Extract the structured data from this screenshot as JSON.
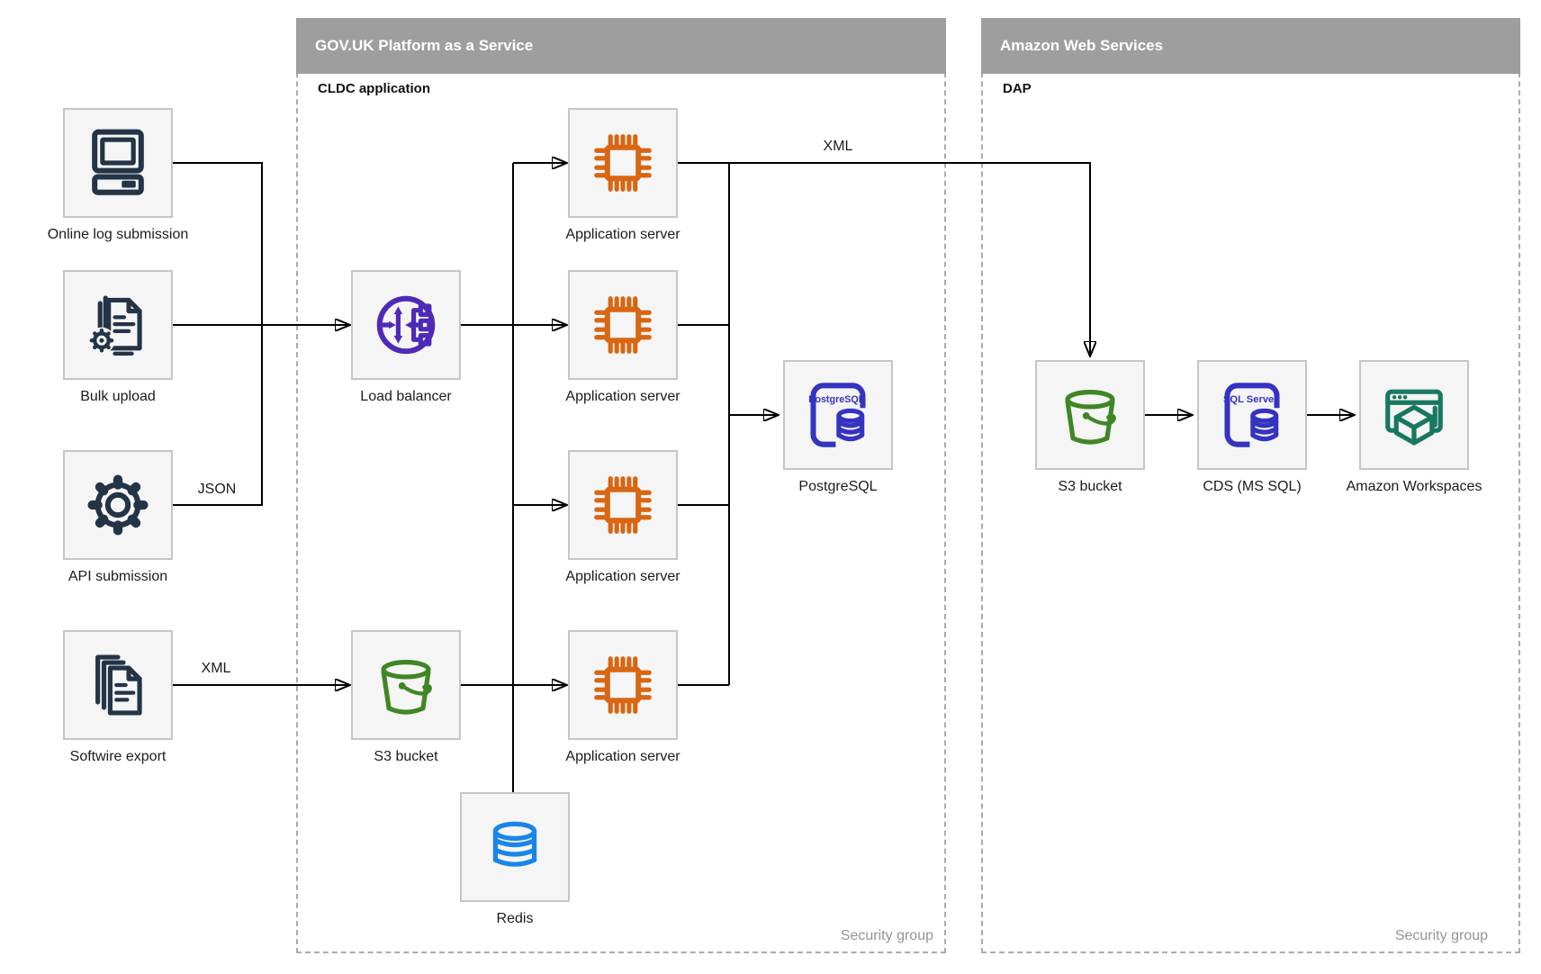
{
  "containers": {
    "paas": {
      "title": "GOV.UK Platform as a Service",
      "sublabel": "CLDC application",
      "footer": "Security group"
    },
    "aws": {
      "title": "Amazon Web Services",
      "sublabel": "DAP",
      "footer": "Security group"
    }
  },
  "nodes": {
    "online_log": {
      "label": "Online log submission"
    },
    "bulk_upload": {
      "label": "Bulk upload"
    },
    "api_submission": {
      "label": "API submission"
    },
    "softwire_export": {
      "label": "Softwire export"
    },
    "load_balancer": {
      "label": "Load balancer"
    },
    "s3_bucket_paas": {
      "label": "S3 bucket"
    },
    "app_server_1": {
      "label": "Application server"
    },
    "app_server_2": {
      "label": "Application server"
    },
    "app_server_3": {
      "label": "Application server"
    },
    "app_server_4": {
      "label": "Application server"
    },
    "postgresql": {
      "label": "PostgreSQL",
      "icon_text": "PostgreSQL"
    },
    "redis": {
      "label": "Redis"
    },
    "s3_bucket_aws": {
      "label": "S3 bucket"
    },
    "cds": {
      "label": "CDS (MS SQL)",
      "icon_text": "SQL Server"
    },
    "workspaces": {
      "label": "Amazon Workspaces"
    }
  },
  "edge_labels": {
    "json": "JSON",
    "xml_softwire": "XML",
    "xml_top": "XML"
  },
  "colors": {
    "bar": "#9e9e9e",
    "boxfill": "#f5f5f5",
    "boxborder": "#c6c6c6",
    "dash": "#ababab",
    "muted": "#949494",
    "ink": "#1b1b1b",
    "line": "#000000",
    "navy": "#243447",
    "orange": "#d86613",
    "purple": "#4d2bb8",
    "green": "#3f8624",
    "blue": "#1a85e8",
    "indigo": "#3533c1",
    "teal": "#17785f"
  }
}
